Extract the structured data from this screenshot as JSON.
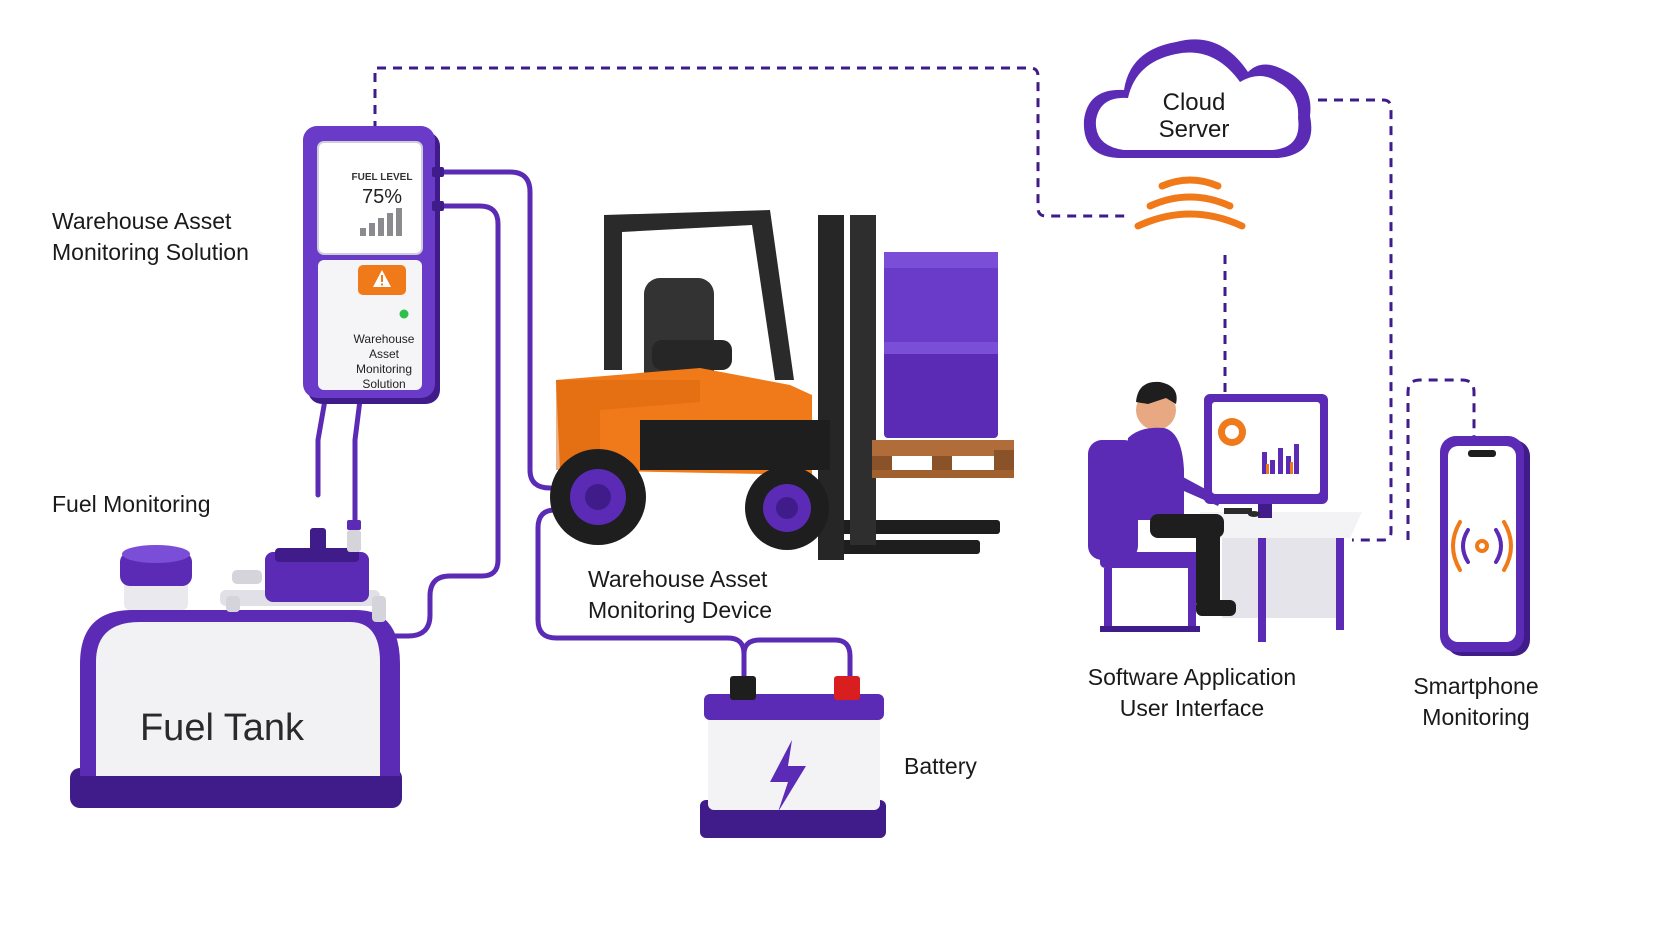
{
  "colors": {
    "purple": "#5b2bb5",
    "purple_dark": "#3f1c8a",
    "purple_light": "#7a4ed6",
    "orange": "#f07a1a",
    "black": "#1e1e1e",
    "wood": "#a86a3a",
    "white_body": "#f4f4f6"
  },
  "labels": {
    "solution": [
      "Warehouse Asset",
      "Monitoring Solution"
    ],
    "fuel_monitoring": "Fuel Monitoring",
    "fuel_tank": "Fuel Tank",
    "device": [
      "Warehouse Asset",
      "Monitoring Device"
    ],
    "battery": "Battery",
    "cloud": [
      "Cloud",
      "Server"
    ],
    "software": [
      "Software Application",
      "User Interface"
    ],
    "smartphone": [
      "Smartphone",
      "Monitoring"
    ]
  },
  "device_screen": {
    "title": "FUEL LEVEL",
    "value": "75%",
    "footer": [
      "Warehouse",
      "Asset",
      "Monitoring",
      "Solution"
    ]
  },
  "icons": {
    "alert": "warning-triangle-icon",
    "battery": "lightning-bolt-icon",
    "wireless": "signal-waves-icon"
  }
}
